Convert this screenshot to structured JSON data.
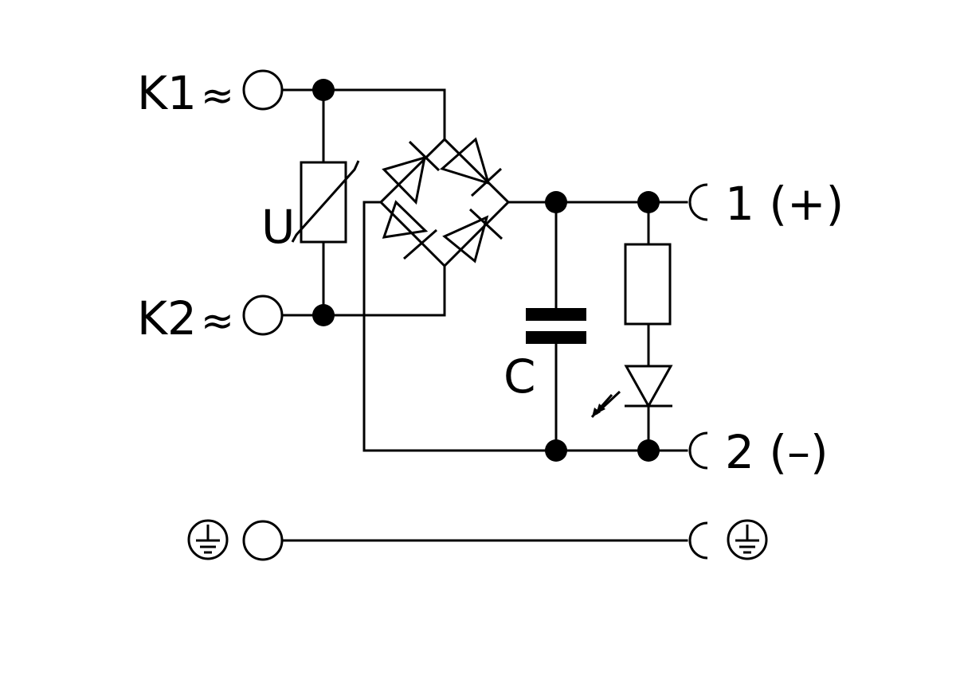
{
  "terminals": {
    "k1_label": "K1",
    "k1_symbol": "≈",
    "k2_label": "K2",
    "k2_symbol": "≈",
    "out1_label": "1 (+)",
    "out2_label": "2 (–)"
  },
  "components": {
    "varistor_label": "U",
    "capacitor_label": "C"
  },
  "icons": {
    "ground_left": "earth-ground-icon",
    "ground_right": "earth-ground-icon"
  }
}
